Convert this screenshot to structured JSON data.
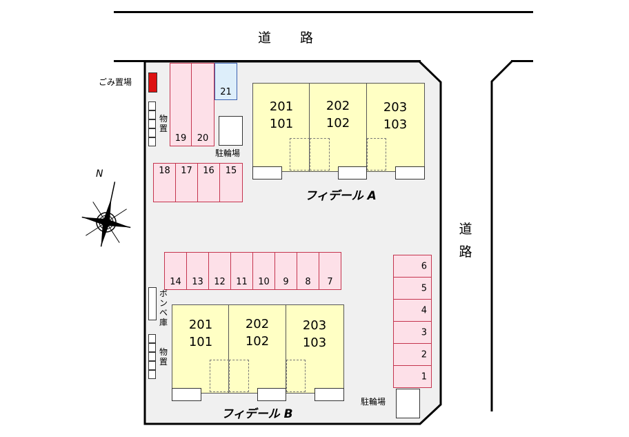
{
  "roads": {
    "top_label": "道 路",
    "right_label": "道路"
  },
  "building_a": {
    "name": "フィデール A",
    "units": [
      {
        "upper": "201",
        "lower": "101"
      },
      {
        "upper": "202",
        "lower": "102"
      },
      {
        "upper": "203",
        "lower": "103"
      }
    ]
  },
  "building_b": {
    "name": "フィデール B",
    "units": [
      {
        "upper": "201",
        "lower": "101"
      },
      {
        "upper": "202",
        "lower": "102"
      },
      {
        "upper": "203",
        "lower": "103"
      }
    ]
  },
  "facilities": {
    "trash_label": "ごみ置場",
    "storage_label": "物置",
    "storage_label_b": "物置",
    "bike_parking_label": "駐輪場",
    "bike_parking_label_b": "駐輪場",
    "gas_cylinder_label": "ボンベ庫"
  },
  "parking": {
    "top_vertical": [
      "19",
      "20"
    ],
    "special": "21",
    "upper_row": [
      "18",
      "17",
      "16",
      "15"
    ],
    "middle_row": [
      "14",
      "13",
      "12",
      "11",
      "10",
      "9",
      "8",
      "7"
    ],
    "right_column": [
      "6",
      "5",
      "4",
      "3",
      "2",
      "1"
    ]
  },
  "compass": {
    "north_label": "N"
  },
  "colors": {
    "lot_fill": "#f0f0f0",
    "parking_fill": "#fde0e8",
    "parking_border": "#c4334d",
    "special_parking_fill": "#ddeefa",
    "building_fill": "#ffffc4",
    "trash_fill": "#dd1111"
  }
}
